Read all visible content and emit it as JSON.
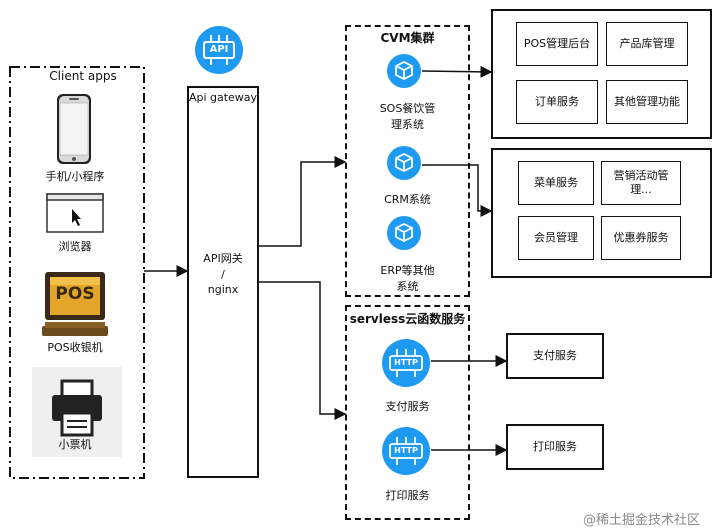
{
  "client": {
    "title": "Client apps",
    "items": [
      "手机/小程序",
      "浏览器",
      "POS收银机",
      "小票机"
    ],
    "pos_logo": "POS"
  },
  "gateway": {
    "top_label": "Api gateway",
    "middle_label_1": "API网关",
    "middle_label_2": "/",
    "middle_label_3": "nginx",
    "icon_text": "API"
  },
  "cvm": {
    "title": "CVM集群",
    "services": [
      {
        "label_1": "SOS餐饮管",
        "label_2": "理系统"
      },
      {
        "label_1": "CRM系统",
        "label_2": ""
      },
      {
        "label_1": "ERP等其他",
        "label_2": "系统"
      }
    ]
  },
  "serverless": {
    "title": "servless云函数服务",
    "services": [
      {
        "label": "支付服务",
        "icon_text": "HTTP"
      },
      {
        "label": "打印服务",
        "icon_text": "HTTP"
      }
    ]
  },
  "sos_modules": [
    "POS管理后台",
    "产品库管理",
    "订单服务",
    "其他管理功能"
  ],
  "crm_modules": [
    "菜单服务",
    "营销活动管理...",
    "会员管理",
    "优惠券服务"
  ],
  "crm_modules_wrap": {
    "line_1": "营销活动管",
    "line_2": "理..."
  },
  "outputs": [
    "支付服务",
    "打印服务"
  ],
  "watermark": "@稀土掘金技术社区",
  "colors": {
    "icon_blue": "#1e9bf0",
    "line": "#111111"
  }
}
